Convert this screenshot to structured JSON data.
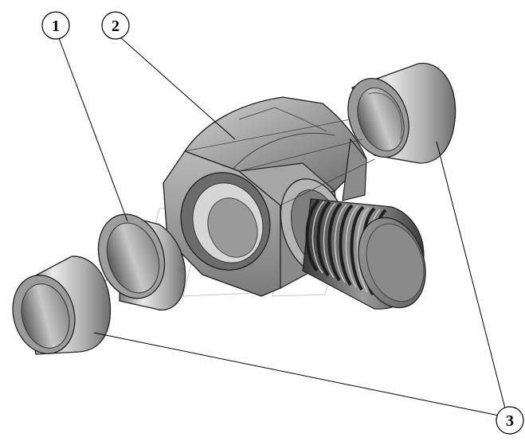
{
  "callouts": [
    {
      "id": "1",
      "label": "1"
    },
    {
      "id": "2",
      "label": "2"
    },
    {
      "id": "3",
      "label": "3"
    }
  ],
  "colors": {
    "metal_light": "#e6e6e6",
    "metal_mid": "#a9a9a9",
    "metal_dark": "#6f6f6f",
    "outline": "#2a2a2a",
    "thread_dark": "#3d3d3d"
  }
}
